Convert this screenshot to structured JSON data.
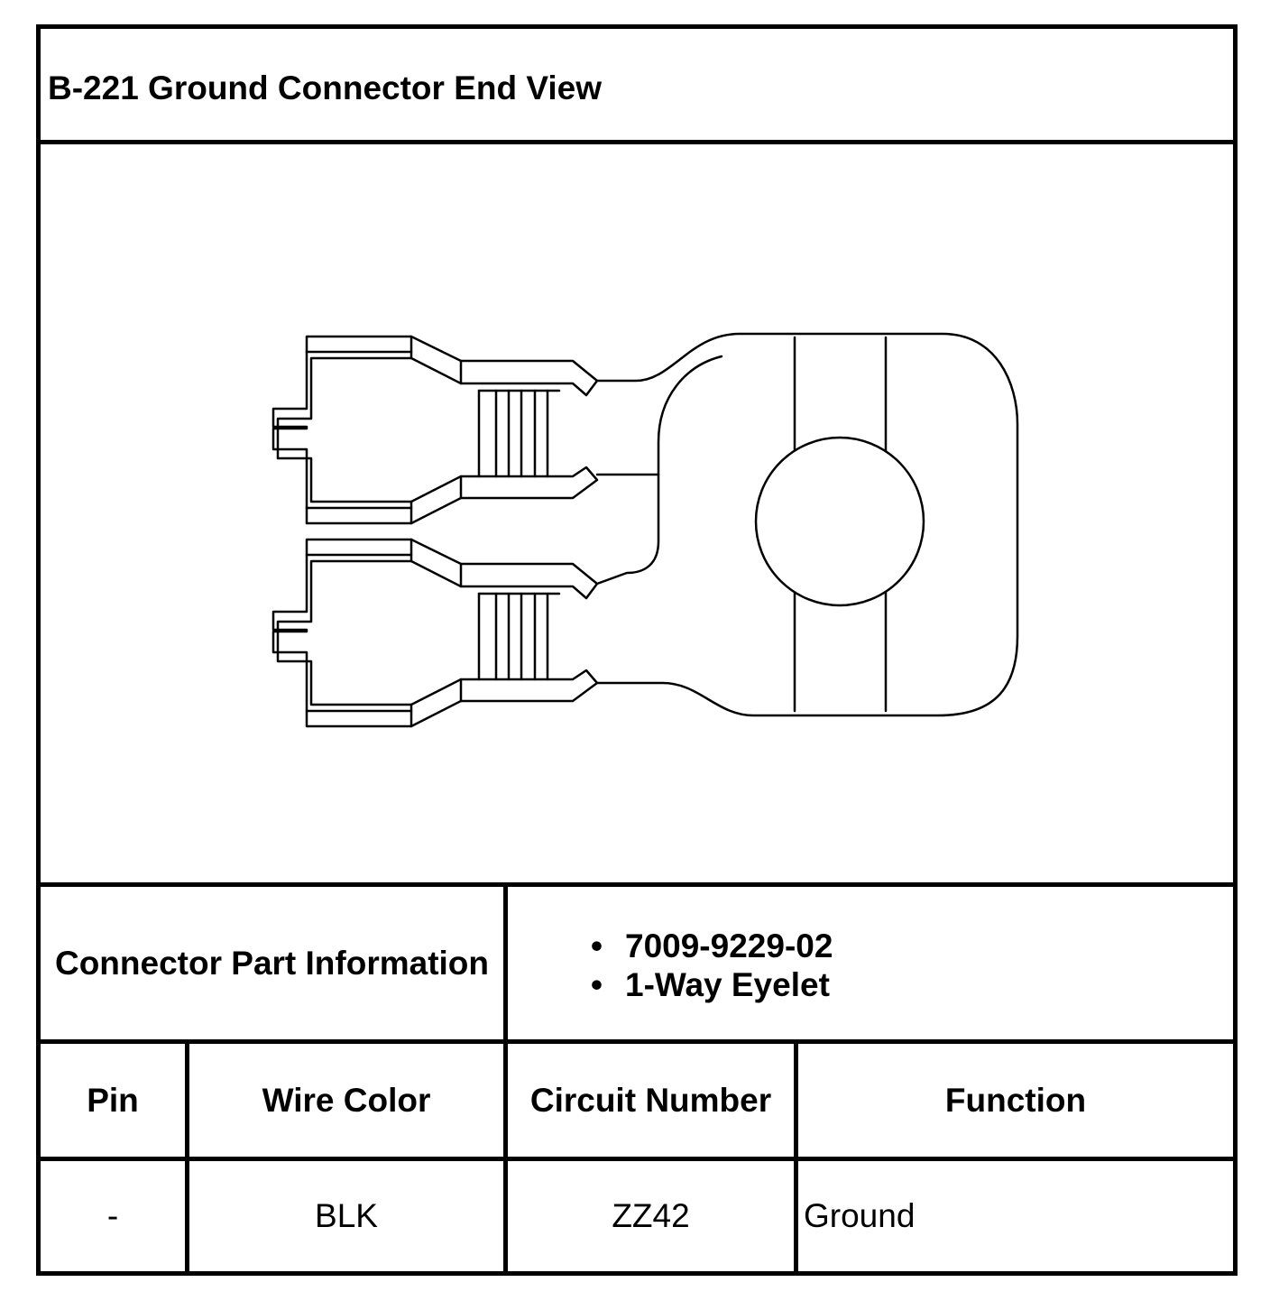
{
  "title": "B-221 Ground Connector End View",
  "connector_info": {
    "label": "Connector Part Information",
    "items": [
      "7009-9229-02",
      "1-Way Eyelet"
    ]
  },
  "table": {
    "headers": [
      "Pin",
      "Wire Color",
      "Circuit Number",
      "Function"
    ],
    "rows": [
      [
        "-",
        "BLK",
        "ZZ42",
        "Ground"
      ]
    ]
  },
  "diagram": {
    "icon": "ring-terminal-eyelet-icon",
    "line_color": "#000000"
  }
}
